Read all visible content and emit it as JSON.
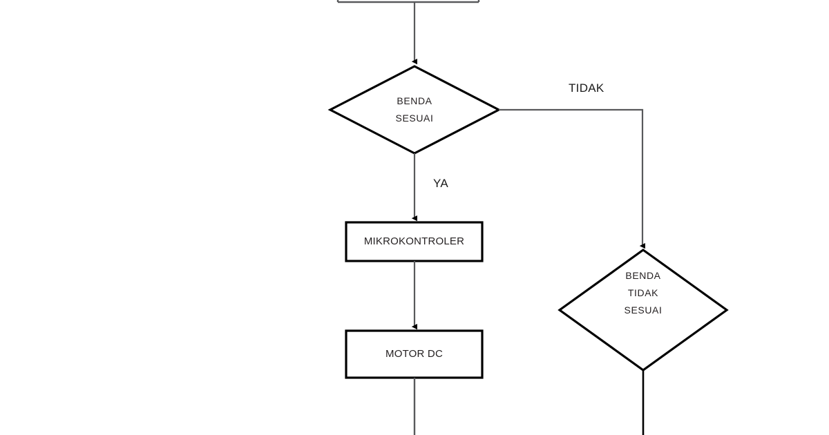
{
  "diagram": {
    "type": "flowchart",
    "title": "",
    "language": "id",
    "background_color": "#ffffff",
    "stroke_color": "#000000",
    "text_color": "#231f20",
    "nodes": [
      {
        "id": "top-process-partial",
        "shape": "rectangle",
        "label": "",
        "note": "partial box clipped by top edge of image"
      },
      {
        "id": "decision-benda-sesuai",
        "shape": "diamond",
        "label": "BENDA\nSESUAI",
        "line1": "BENDA",
        "line2": "SESUAI"
      },
      {
        "id": "process-mikrokontroler",
        "shape": "rectangle",
        "label": "MIKROKONTROLER"
      },
      {
        "id": "process-motor-dc",
        "shape": "rectangle",
        "label": "MOTOR DC"
      },
      {
        "id": "decision-benda-tidak-sesuai",
        "shape": "diamond",
        "label": "BENDA\nTIDAK\nSESUAI",
        "line1": "BENDA",
        "line2": "TIDAK",
        "line3": "SESUAI"
      }
    ],
    "edges": [
      {
        "id": "edge-top-to-decision",
        "from": "top-process-partial",
        "to": "decision-benda-sesuai",
        "label": ""
      },
      {
        "id": "edge-ya",
        "from": "decision-benda-sesuai",
        "to": "process-mikrokontroler",
        "label": "YA"
      },
      {
        "id": "edge-tidak",
        "from": "decision-benda-sesuai",
        "to": "decision-benda-tidak-sesuai",
        "label": "TIDAK"
      },
      {
        "id": "edge-mikrokontroler-to-motor",
        "from": "process-mikrokontroler",
        "to": "process-motor-dc",
        "label": ""
      },
      {
        "id": "edge-motor-down",
        "from": "process-motor-dc",
        "to": "",
        "label": ""
      },
      {
        "id": "edge-tidak-sesuai-down",
        "from": "decision-benda-tidak-sesuai",
        "to": "",
        "label": ""
      }
    ],
    "labels": {
      "ya": "YA",
      "tidak": "TIDAK"
    }
  }
}
